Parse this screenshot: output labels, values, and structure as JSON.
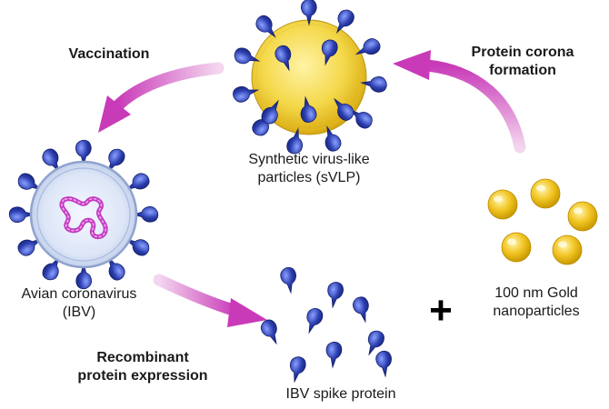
{
  "labels": {
    "vaccination": "Vaccination",
    "protein_corona": [
      "Protein corona",
      "formation"
    ],
    "svlp": [
      "Synthetic virus-like",
      "particles (sVLP)"
    ],
    "gold": [
      "100 nm Gold",
      "nanoparticles"
    ],
    "ibv": [
      "Avian coronavirus",
      "(IBV)"
    ],
    "recombinant": [
      "Recombinant",
      "protein expression"
    ],
    "spike": "IBV spike protein",
    "plus": "+"
  },
  "colors": {
    "arrow": "#c83ab8",
    "spike": "#2c3fb0",
    "gold": "#f2c524",
    "virus_membrane": "#c9d6ee",
    "rna": "#c23bc0"
  }
}
